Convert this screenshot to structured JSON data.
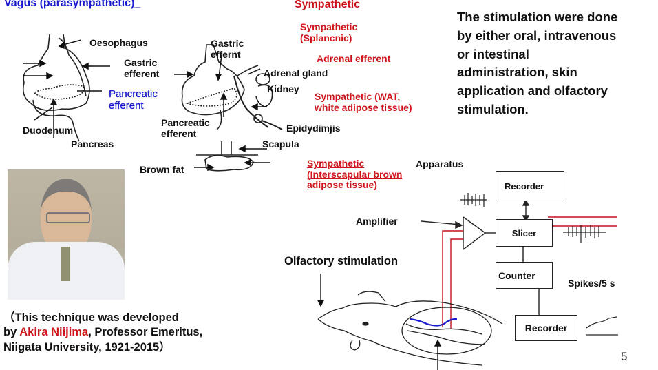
{
  "slide_number": "5",
  "vagus": {
    "title": "Vagus (parasympathetic)_",
    "labels": {
      "oesophagus": "Oesophagus",
      "gastric_efferent": [
        "Gastric",
        "efferent"
      ],
      "pancreatic_efferent": [
        "Pancreatic",
        "efferent"
      ],
      "duodenum": "Duodenum",
      "pancreas": "Pancreas"
    }
  },
  "sympathetic": {
    "title": "Sympathetic",
    "splanchnic": [
      "Sympathetic",
      "(Splancnic)"
    ],
    "adrenal_efferent": "Adrenal efferent",
    "wat": [
      "Sympathetic (WAT,",
      "white adipose tissue)"
    ],
    "ibat": [
      "Sympathetic",
      "(Interscapular brown",
      "adipose tissue)"
    ],
    "labels": {
      "gastric_effernt": [
        "Gastric",
        "effernt"
      ],
      "adrenal_gland": "Adrenal gland",
      "kidney": "Kidney",
      "pancreatic_efferent": [
        "Pancreatic",
        "efferent"
      ],
      "epididymis": "Epidydimjis",
      "scapula": "Scapula",
      "brown_fat": "Brown fat"
    }
  },
  "stimulation_note": [
    "The stimulation were done",
    "by either oral, intravenous",
    "or intestinal",
    "administration,  skin",
    "application and olfactory",
    "stimulation."
  ],
  "apparatus": {
    "title": "Apparatus",
    "amplifier": "Amplifier",
    "recorder_top": "Recorder",
    "slicer": "Slicer",
    "counter": "Counter",
    "spikes": "Spikes/5 s",
    "recorder_bottom": "Recorder",
    "olfactory": "Olfactory stimulation"
  },
  "credit": {
    "line1": "（This technique was developed",
    "line2_prefix": "by ",
    "name": "Akira Niijima",
    "line2_suffix": ", Professor Emeritus,",
    "line3": "Niigata University, 1921-2015）"
  },
  "colors": {
    "blue": "#1a1ad0",
    "red": "#d0141c"
  }
}
